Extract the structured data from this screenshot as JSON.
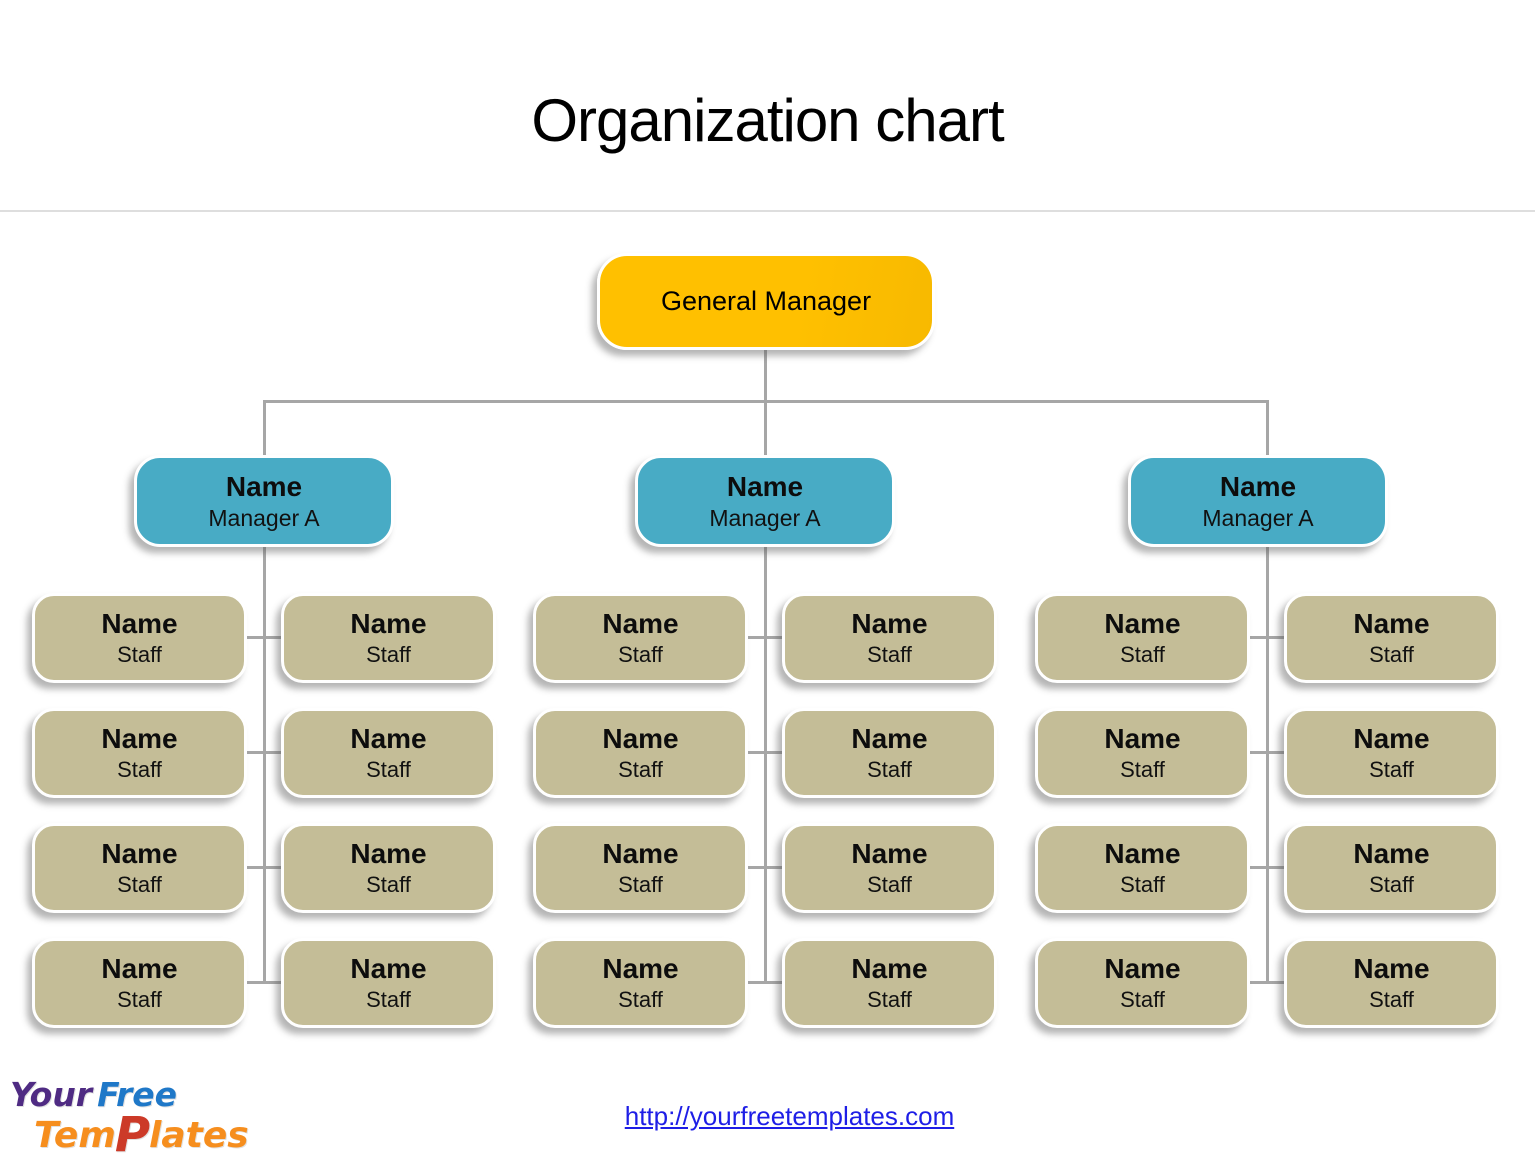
{
  "title": "Organization chart",
  "colors": {
    "gold": "#ffc000",
    "teal": "#48abc5",
    "tan": "#c4bd97",
    "connector": "#a6a6a6",
    "link": "#1e1ee6",
    "logo_purple": "#4f2b83",
    "logo_blue": "#1f78c8",
    "logo_orange": "#f68e1e",
    "logo_red": "#cc3a28"
  },
  "org": {
    "root": {
      "label": "General Manager"
    },
    "groups": [
      {
        "manager": {
          "name": "Name",
          "role": "Manager A"
        },
        "staff": [
          {
            "name": "Name",
            "role": "Staff"
          },
          {
            "name": "Name",
            "role": "Staff"
          },
          {
            "name": "Name",
            "role": "Staff"
          },
          {
            "name": "Name",
            "role": "Staff"
          },
          {
            "name": "Name",
            "role": "Staff"
          },
          {
            "name": "Name",
            "role": "Staff"
          },
          {
            "name": "Name",
            "role": "Staff"
          },
          {
            "name": "Name",
            "role": "Staff"
          }
        ]
      },
      {
        "manager": {
          "name": "Name",
          "role": "Manager A"
        },
        "staff": [
          {
            "name": "Name",
            "role": "Staff"
          },
          {
            "name": "Name",
            "role": "Staff"
          },
          {
            "name": "Name",
            "role": "Staff"
          },
          {
            "name": "Name",
            "role": "Staff"
          },
          {
            "name": "Name",
            "role": "Staff"
          },
          {
            "name": "Name",
            "role": "Staff"
          },
          {
            "name": "Name",
            "role": "Staff"
          },
          {
            "name": "Name",
            "role": "Staff"
          }
        ]
      },
      {
        "manager": {
          "name": "Name",
          "role": "Manager A"
        },
        "staff": [
          {
            "name": "Name",
            "role": "Staff"
          },
          {
            "name": "Name",
            "role": "Staff"
          },
          {
            "name": "Name",
            "role": "Staff"
          },
          {
            "name": "Name",
            "role": "Staff"
          },
          {
            "name": "Name",
            "role": "Staff"
          },
          {
            "name": "Name",
            "role": "Staff"
          },
          {
            "name": "Name",
            "role": "Staff"
          },
          {
            "name": "Name",
            "role": "Staff"
          }
        ]
      }
    ]
  },
  "footer": {
    "link_text": "http://yourfreetemplates.com",
    "logo": {
      "your": "Your",
      "free": "Free",
      "tem": "Tem",
      "p": "P",
      "lates": "lates"
    }
  }
}
